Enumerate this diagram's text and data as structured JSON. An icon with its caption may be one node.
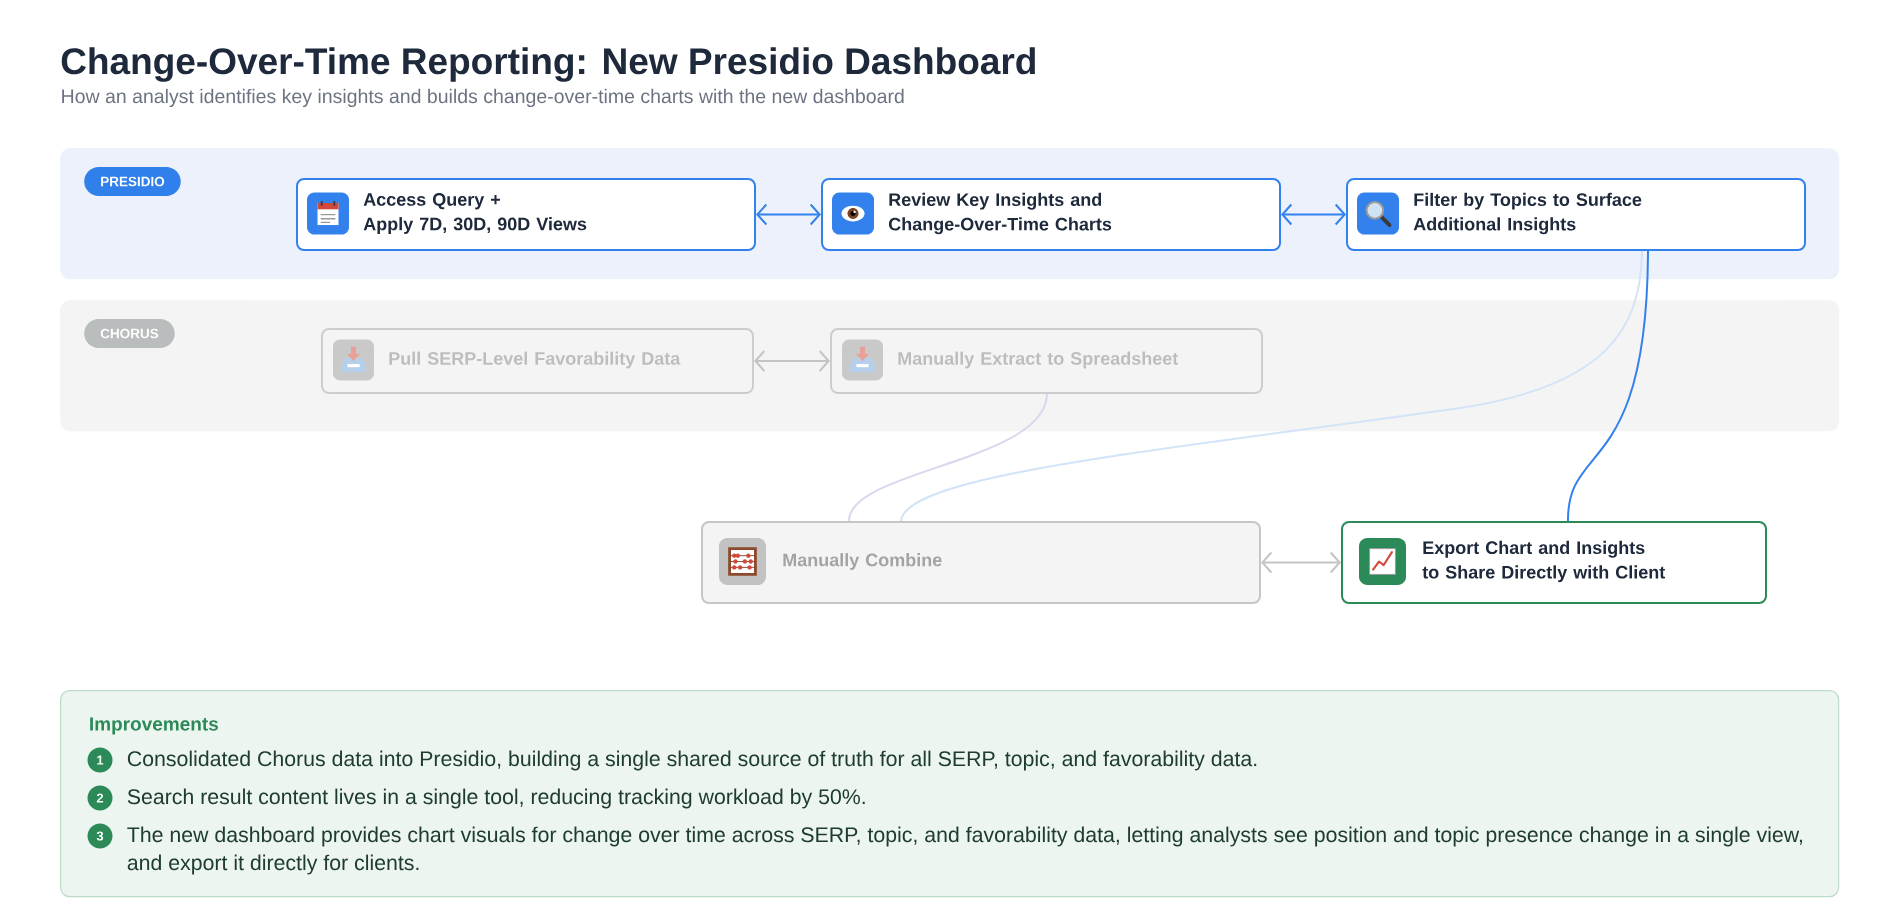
{
  "diagram": {
    "title": "Change-Over-Time Reporting: New Presidio Dashboard",
    "nodes": [
      {
        "text": [
          "PRESIDIO"
        ]
      },
      {
        "text": [
          "Access Query + Apply 7D, 30D, 90D Views"
        ],
        "in": 0
      },
      {
        "text": [
          "Review Key Insights and Change-Over-Time Charts"
        ],
        "in": 0
      },
      {
        "text": [
          "Filter by Topics to Surface Additional Insights"
        ],
        "in": 0
      },
      {
        "text": [
          "CHORUS"
        ]
      },
      {
        "text": [
          "Pull SERP-Level Favorability Data"
        ],
        "in": 4
      },
      {
        "text": [
          "Manually Extract to Spreadsheet"
        ],
        "in": 4
      },
      {
        "text": [
          "Manually Combine"
        ]
      },
      {
        "text": [
          "Export Chart and Insights to Share Directly with Client"
        ]
      },
      {
        "text": [
          "Improvements",
          "Consolidated Chorus data into Presidio, building a single shared source of truth for all SERP, topic, and favorability data.",
          "Search result content lives in a single tool, reducing tracking workload by 50%.",
          "The new dashboard provides chart visuals for change over time across SERP, topic, and favorability data, letting analysts see position and topic presence change in a single view, and export it directly for clients."
        ]
      }
    ],
    "edges": [
      {
        "from": 1,
        "to": 2,
        "arrow": "both"
      },
      {
        "from": 2,
        "to": 3,
        "arrow": "both"
      },
      {
        "from": 5,
        "to": 6,
        "arrow": "both",
        "color": "#c4c4c4"
      },
      {
        "from": 6,
        "to": 7,
        "arrow": "none",
        "color": "#ddd5ee"
      },
      {
        "from": 3,
        "to": 7,
        "arrow": "none",
        "color": "#d3e3f8"
      },
      {
        "from": 3,
        "to": 8,
        "arrow": "none"
      },
      {
        "from": 7,
        "to": 8,
        "arrow": "both",
        "color": "#c4c4c4"
      }
    ],
    "labels": [
      "How an analyst identifies key insights and builds change-over-time charts with the new dashboard",
      "1",
      "2",
      "3"
    ]
  }
}
